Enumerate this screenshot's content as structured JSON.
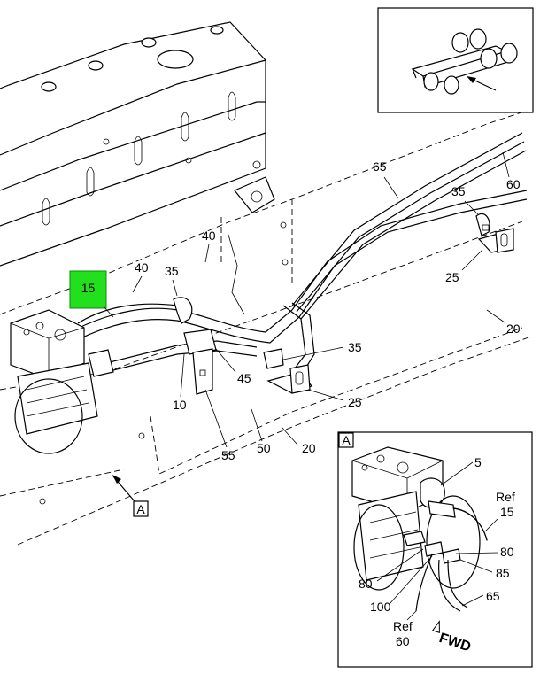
{
  "highlight": {
    "label": "15",
    "color": "#22e01e"
  },
  "callouts": {
    "c40a": "40",
    "c40b": "40",
    "c35a": "35",
    "c35b": "35",
    "c35c": "35",
    "c10": "10",
    "c45": "45",
    "c55": "55",
    "c50": "50",
    "c20a": "20",
    "c20b": "20",
    "c25a": "25",
    "c25b": "25",
    "c65": "65",
    "c60": "60"
  },
  "view_marker": {
    "letter": "A"
  },
  "detail": {
    "letter": "A",
    "c5": "5",
    "ref15_word": "Ref",
    "ref15_num": "15",
    "c80a": "80",
    "c80b": "80",
    "c85": "85",
    "c100": "100",
    "c65": "65",
    "ref60_word": "Ref",
    "ref60_num": "60",
    "fwd": "FWD"
  },
  "icons": [
    "arrow-icon",
    "fwd-arrow-icon"
  ]
}
